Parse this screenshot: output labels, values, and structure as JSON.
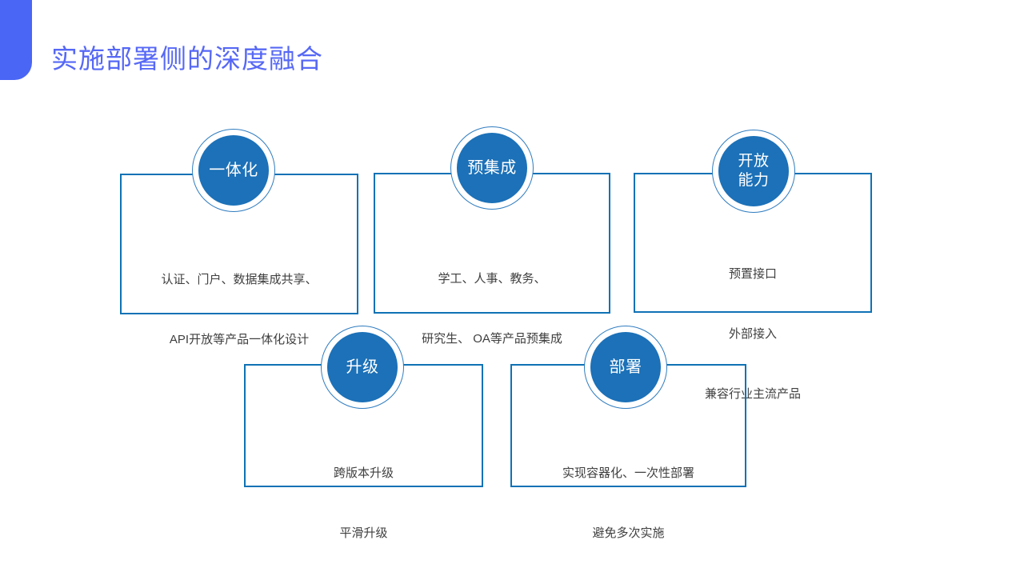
{
  "slide": {
    "title": "实施部署侧的深度融合",
    "title_color": "#5668f5",
    "accent_color": "#4a66f5",
    "badge_color": "#1c71b8",
    "badge_ring_color": "#2f7cbf",
    "box_border_color": "#0f72b5",
    "body_text_color": "#3f3f3f",
    "background_color": "#ffffff"
  },
  "cards": [
    {
      "id": "integration",
      "badge_label": "一体化",
      "lines": [
        "认证、门户、数据集成共享、",
        "API开放等产品一体化设计"
      ]
    },
    {
      "id": "preintegration",
      "badge_label": "预集成",
      "lines": [
        "学工、人事、教务、",
        "研究生、 OA等产品预集成"
      ]
    },
    {
      "id": "openness",
      "badge_label": "开放\n能力",
      "lines": [
        "预置接口",
        "外部接入",
        "兼容行业主流产品"
      ]
    },
    {
      "id": "upgrade",
      "badge_label": "升级",
      "lines": [
        "跨版本升级",
        "平滑升级"
      ]
    },
    {
      "id": "deployment",
      "badge_label": "部署",
      "lines": [
        "实现容器化、一次性部署",
        "避免多次实施"
      ]
    }
  ]
}
